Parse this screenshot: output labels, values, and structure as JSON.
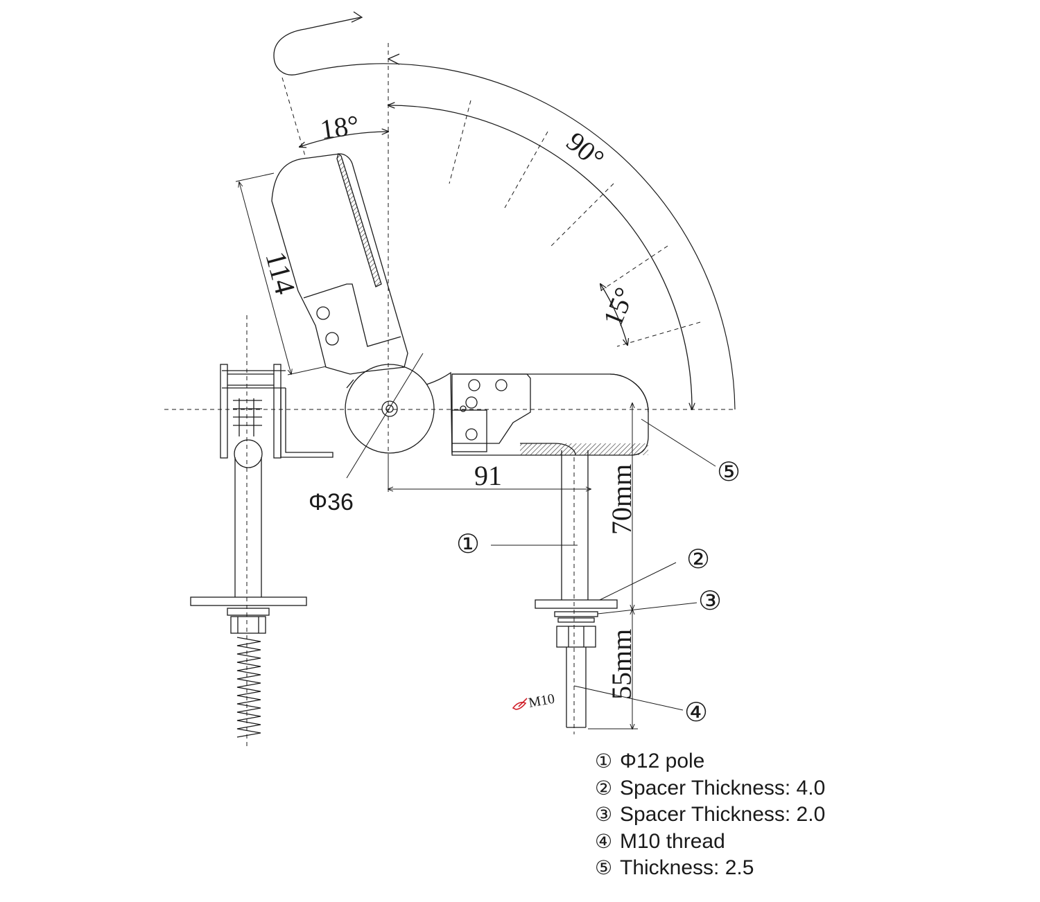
{
  "dimensions": {
    "angle_top": "18°",
    "angle_sweep": "90°",
    "angle_step": "15°",
    "arm_length": "114",
    "hinge_diameter": "Φ36",
    "offset": "91",
    "height_upper": "70mm",
    "height_lower": "55mm",
    "thread_tag": "M10"
  },
  "callouts": [
    "①",
    "②",
    "③",
    "④",
    "⑤"
  ],
  "legend": [
    {
      "num": "①",
      "text": "Φ12 pole"
    },
    {
      "num": "②",
      "text": "Spacer Thickness: 4.0"
    },
    {
      "num": "③",
      "text": "Spacer Thickness: 2.0"
    },
    {
      "num": "④",
      "text": "M10 thread"
    },
    {
      "num": "⑤",
      "text": "Thickness: 2.5"
    }
  ],
  "colors": {
    "line": "#1a1a1a",
    "tag": "#d0202a"
  }
}
